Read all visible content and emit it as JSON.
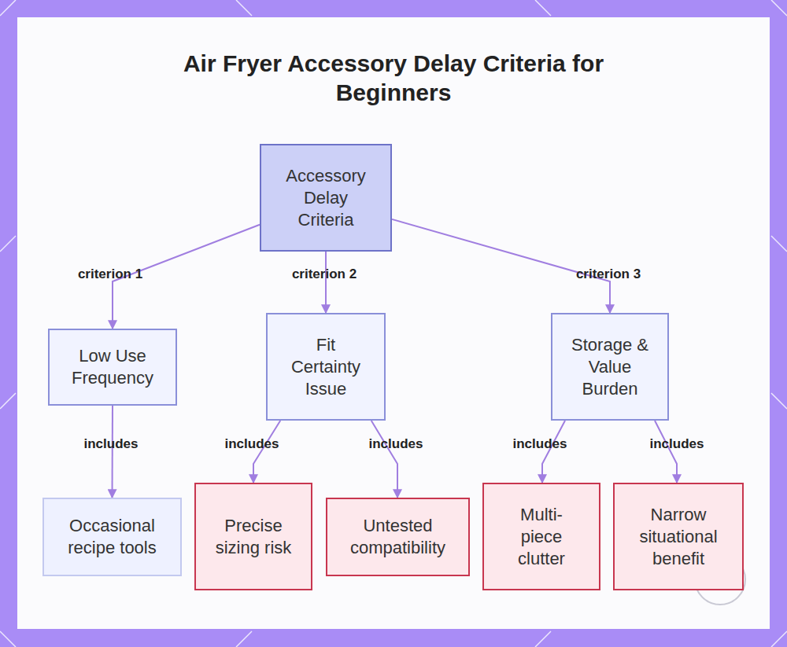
{
  "diagram": {
    "title": "Air Fryer Accessory Delay Criteria for Beginners",
    "nodes": [
      {
        "text": [
          "Accessory Delay Criteria"
        ]
      },
      {
        "text": [
          "Low Use Frequency"
        ]
      },
      {
        "text": [
          "Fit Certainty Issue"
        ]
      },
      {
        "text": [
          "Storage & Value Burden"
        ]
      },
      {
        "text": [
          "Occasional recipe tools"
        ]
      },
      {
        "text": [
          "Precise sizing risk"
        ]
      },
      {
        "text": [
          "Untested compatibility"
        ]
      },
      {
        "text": [
          "Multi-piece clutter"
        ]
      },
      {
        "text": [
          "Narrow situational benefit"
        ]
      }
    ],
    "edges": [
      {
        "from": 0,
        "to": 1,
        "label": "criterion 1",
        "arrow": "to"
      },
      {
        "from": 0,
        "to": 2,
        "label": "criterion 2",
        "arrow": "to"
      },
      {
        "from": 0,
        "to": 3,
        "label": "criterion 3",
        "arrow": "to"
      },
      {
        "from": 1,
        "to": 4,
        "label": "includes",
        "arrow": "to"
      },
      {
        "from": 2,
        "to": 5,
        "label": "includes",
        "arrow": "to"
      },
      {
        "from": 2,
        "to": 6,
        "label": "includes",
        "arrow": "to"
      },
      {
        "from": 3,
        "to": 7,
        "label": "includes",
        "arrow": "to"
      },
      {
        "from": 3,
        "to": 8,
        "label": "includes",
        "arrow": "to"
      }
    ]
  }
}
